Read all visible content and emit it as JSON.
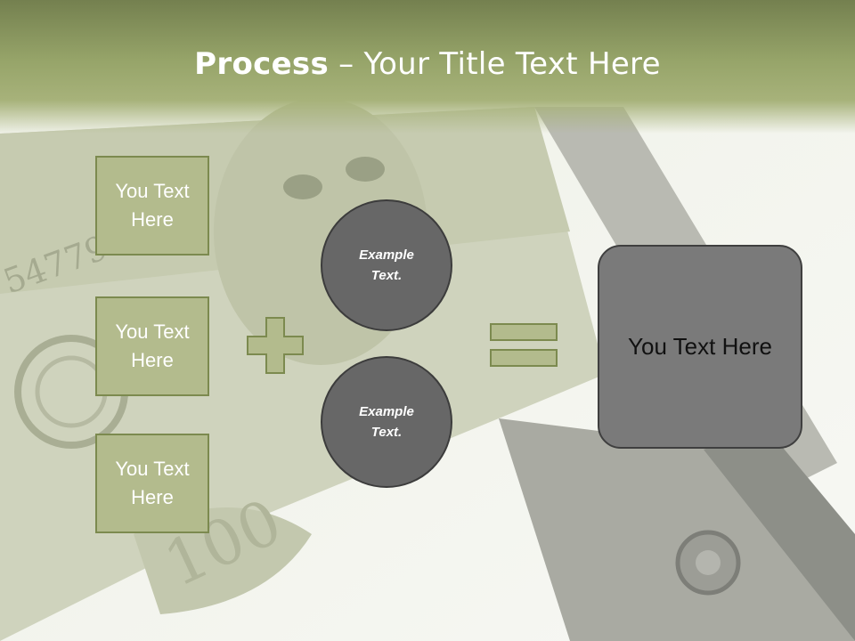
{
  "slide": {
    "title_bold": "Process",
    "title_rest": " – Your Title Text Here"
  },
  "steps": [
    {
      "label": "You Text Here"
    },
    {
      "label": "You Text Here"
    },
    {
      "label": "You Text Here"
    }
  ],
  "circles": [
    {
      "label": "Example Text."
    },
    {
      "label": "Example Text."
    }
  ],
  "result": {
    "label": "You Text Here"
  },
  "colors": {
    "header": "#96a469",
    "box_fill": "#b3bb8d",
    "box_border": "#7c8a4f",
    "circle_fill": "#676767",
    "result_fill": "#7a7a7a"
  }
}
